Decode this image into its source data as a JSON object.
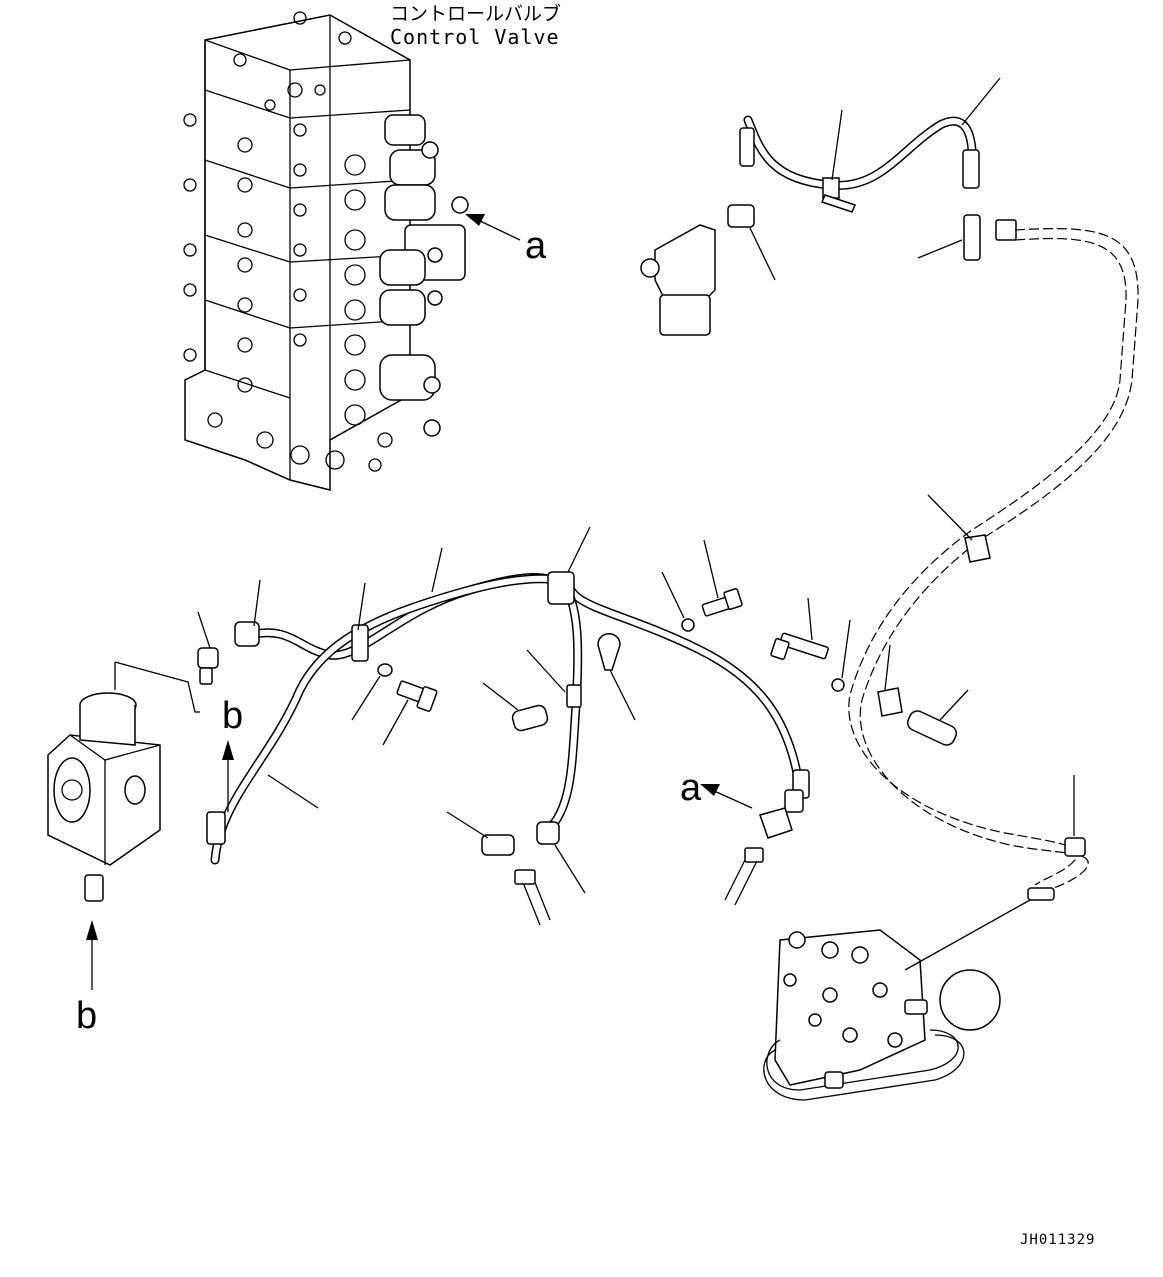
{
  "title_jp": "コントロールバルブ",
  "title_en": "Control Valve",
  "view_markers": {
    "a_upper": "a",
    "a_lower": "a",
    "b_upper": "b",
    "b_lower": "b"
  },
  "drawing_code": "JH011329"
}
